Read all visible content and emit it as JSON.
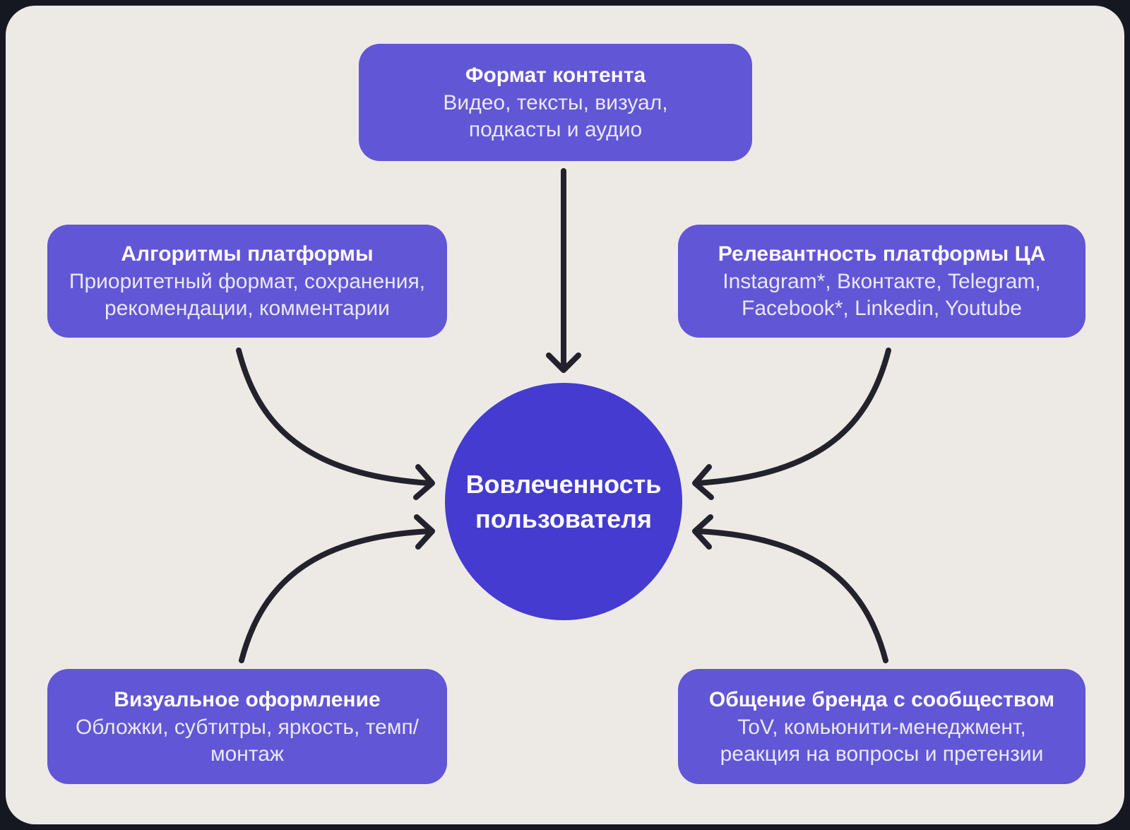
{
  "colors": {
    "frame": "#161821",
    "canvas": "#edeae6",
    "box": "#6156d6",
    "circle": "#453bd0",
    "arrow": "#23222c",
    "title_text": "#fbfbfd",
    "body_text": "#e9e8f2"
  },
  "center": {
    "lines": [
      "Вовлеченность",
      "пользователя"
    ]
  },
  "nodes": [
    {
      "id": "format",
      "title": "Формат контента",
      "lines": [
        "Видео, тексты, визуал,",
        "подкасты и аудио"
      ]
    },
    {
      "id": "algo",
      "title": "Алгоритмы платформы",
      "lines": [
        "Приоритетный формат, сохранения,",
        "рекомендации, комментарии"
      ]
    },
    {
      "id": "relevance",
      "title": "Релевантность платформы ЦА",
      "lines": [
        "Instagram*, Вконтакте, Telegram,",
        "Facebook*, Linkedin, Youtube"
      ]
    },
    {
      "id": "visual",
      "title": "Визуальное оформление",
      "lines": [
        "Обложки, субтитры, яркость, темп/",
        "монтаж"
      ]
    },
    {
      "id": "brand",
      "title": "Общение бренда с сообществом",
      "lines": [
        "ToV, комьюнити-менеджмент,",
        "реакция на вопросы и претензии"
      ]
    }
  ]
}
